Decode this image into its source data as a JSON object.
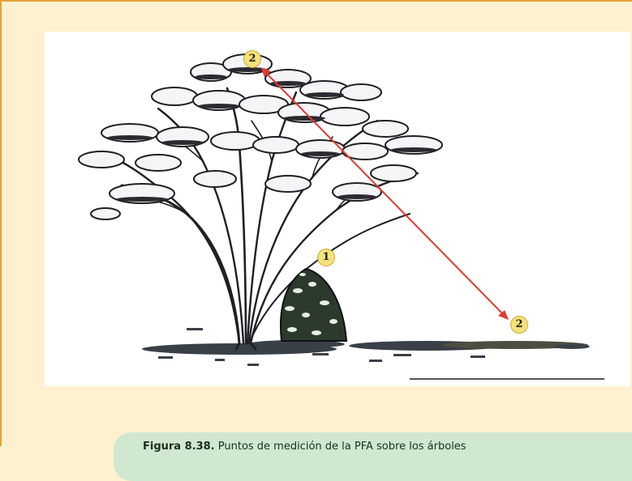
{
  "figure": {
    "markers": {
      "shrub_point": "1",
      "crown_top_point": "2",
      "ground_point": "2"
    },
    "colors": {
      "background": "#FDF1CF",
      "border": "#E8A03A",
      "arrow": "#E03A2E",
      "marker_fill": "#F4E27A",
      "caption_fill": "#CFE8CF"
    }
  },
  "caption": {
    "label": "Figura 8.38.",
    "text": " Puntos de medición de la PFA sobre los árboles"
  }
}
